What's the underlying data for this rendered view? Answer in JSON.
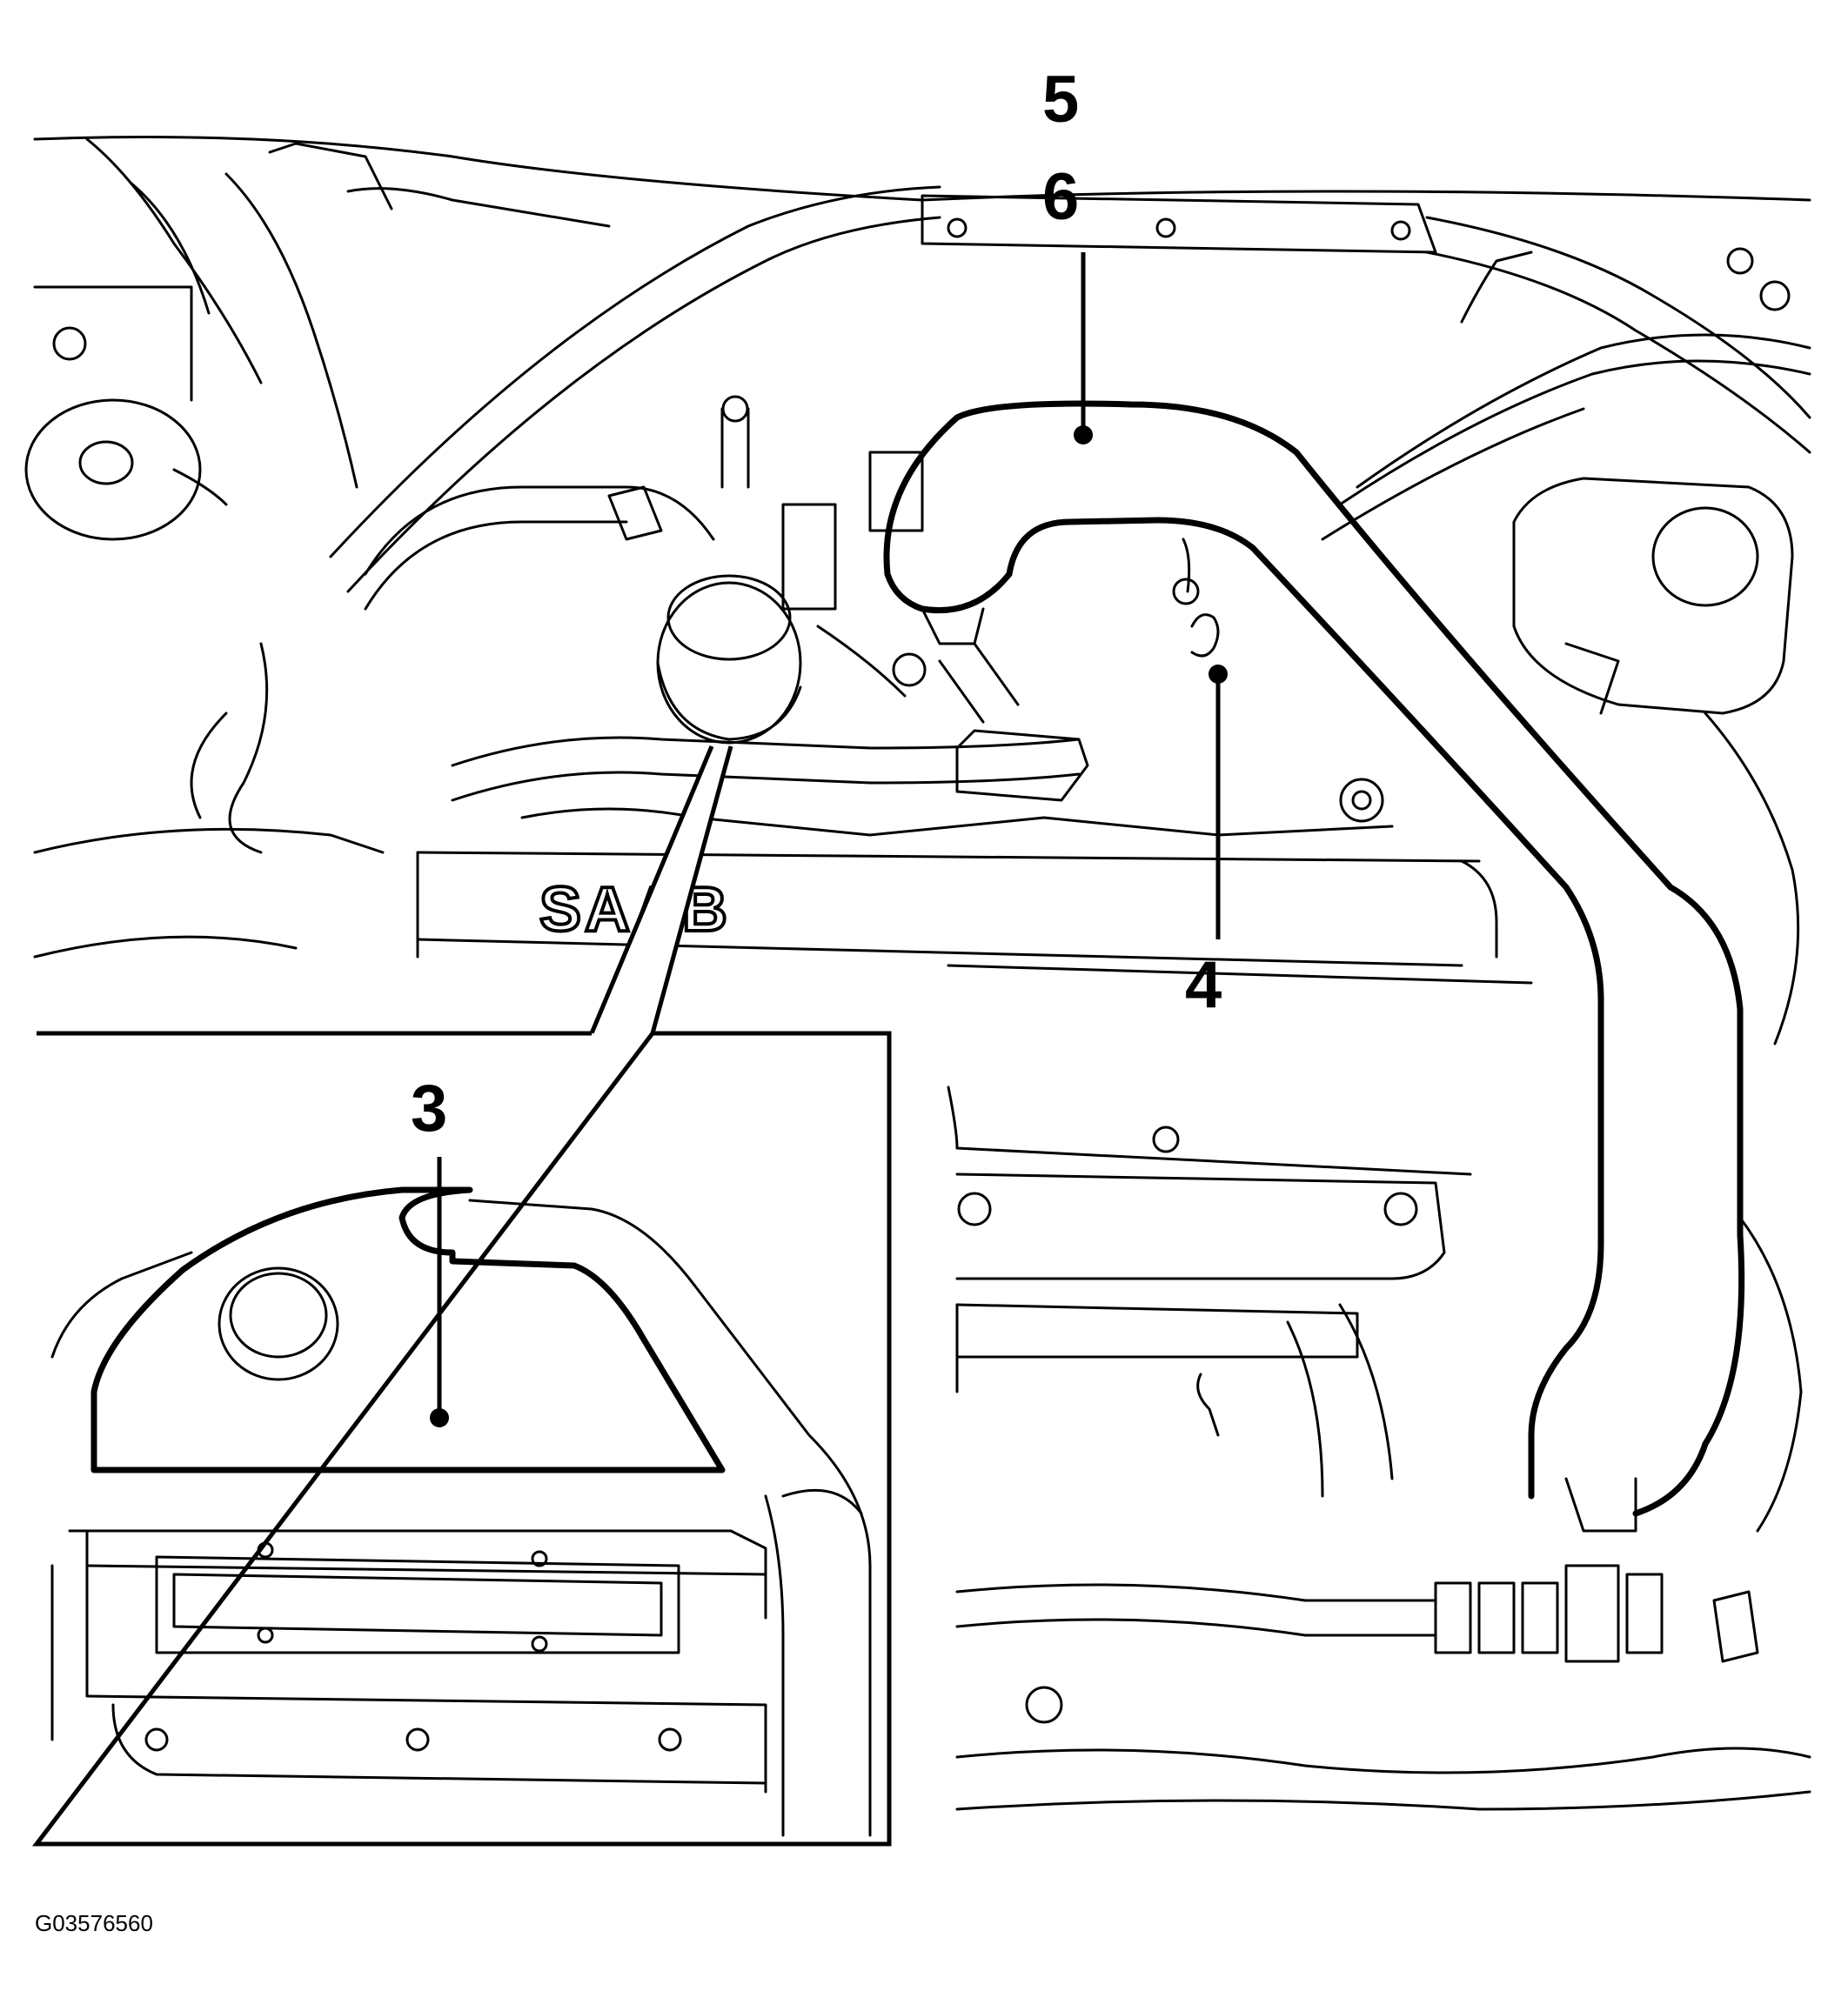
{
  "figure": {
    "id": "G03576560"
  },
  "callouts": {
    "c3": "3",
    "c4": "4",
    "c5": "5",
    "c6": "6"
  },
  "logo": {
    "text": "SAAB"
  }
}
